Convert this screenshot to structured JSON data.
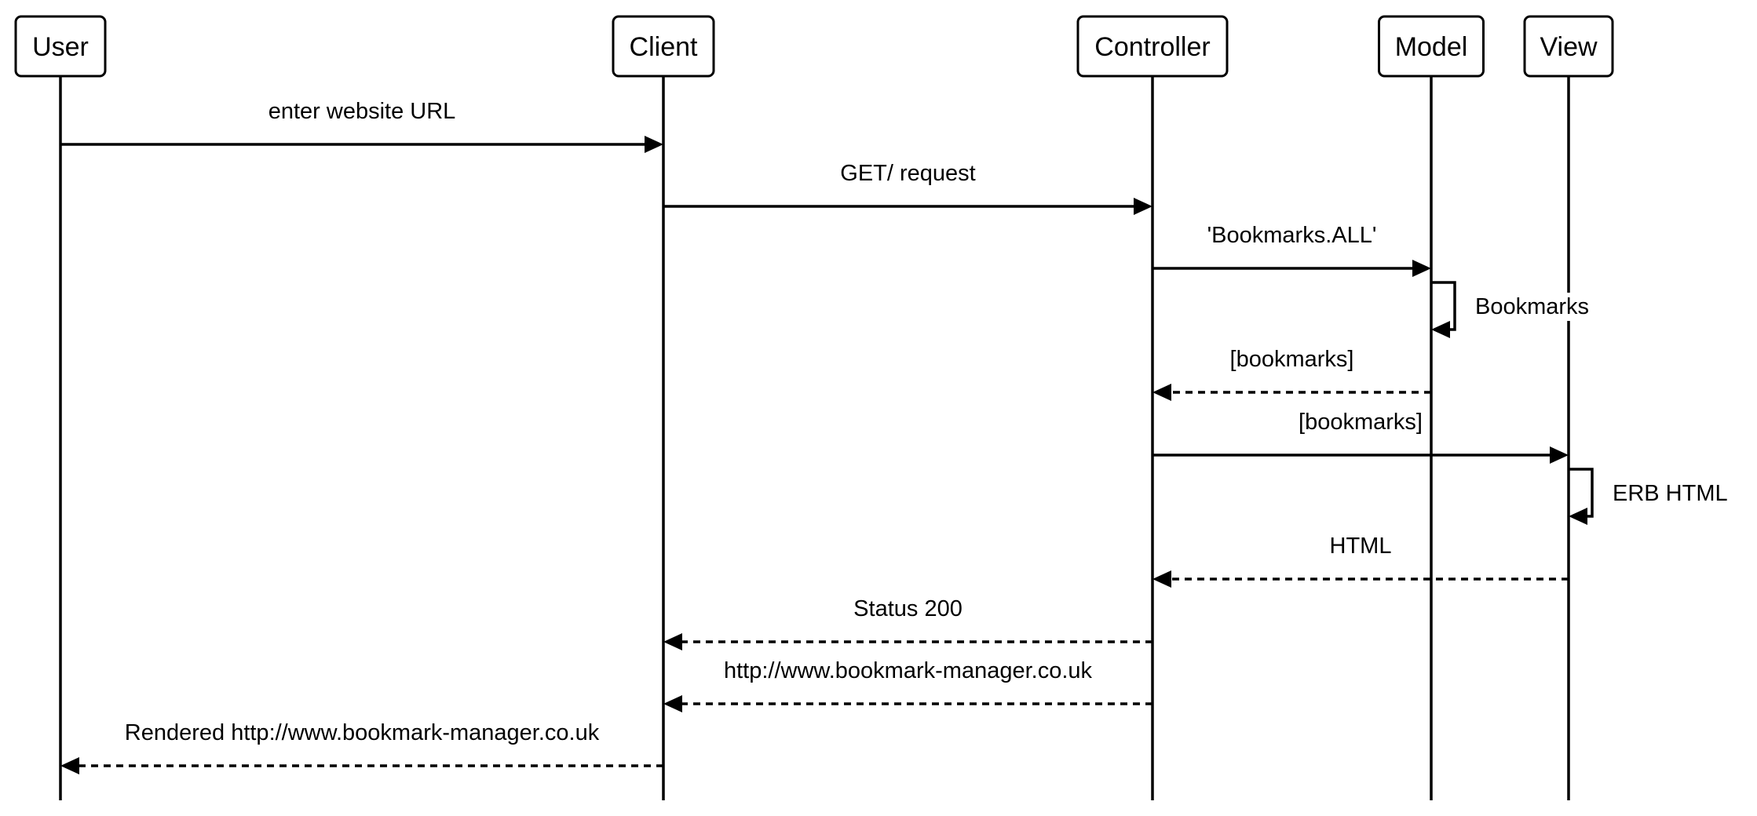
{
  "colors": {
    "stroke": "#000000",
    "background": "#ffffff"
  },
  "participants": [
    {
      "id": "user",
      "label": "User"
    },
    {
      "id": "client",
      "label": "Client"
    },
    {
      "id": "controller",
      "label": "Controller"
    },
    {
      "id": "model",
      "label": "Model"
    },
    {
      "id": "view",
      "label": "View"
    }
  ],
  "messages": [
    {
      "from": "user",
      "to": "client",
      "label": "enter website URL",
      "style": "solid"
    },
    {
      "from": "client",
      "to": "controller",
      "label": "GET/ request",
      "style": "solid"
    },
    {
      "from": "controller",
      "to": "model",
      "label": "'Bookmarks.ALL'",
      "style": "solid"
    },
    {
      "from": "model",
      "to": "model",
      "label": "Bookmarks",
      "style": "self"
    },
    {
      "from": "model",
      "to": "controller",
      "label": "[bookmarks]",
      "style": "dashed"
    },
    {
      "from": "controller",
      "to": "view",
      "label": "[bookmarks]",
      "style": "solid"
    },
    {
      "from": "view",
      "to": "view",
      "label": "ERB HTML",
      "style": "self"
    },
    {
      "from": "view",
      "to": "controller",
      "label": "HTML",
      "style": "dashed"
    },
    {
      "from": "controller",
      "to": "client",
      "label": "Status 200",
      "style": "dashed"
    },
    {
      "from": "controller",
      "to": "client",
      "label": "http://www.bookmark-manager.co.uk",
      "style": "dashed"
    },
    {
      "from": "client",
      "to": "user",
      "label": "Rendered http://www.bookmark-manager.co.uk",
      "style": "dashed"
    }
  ]
}
